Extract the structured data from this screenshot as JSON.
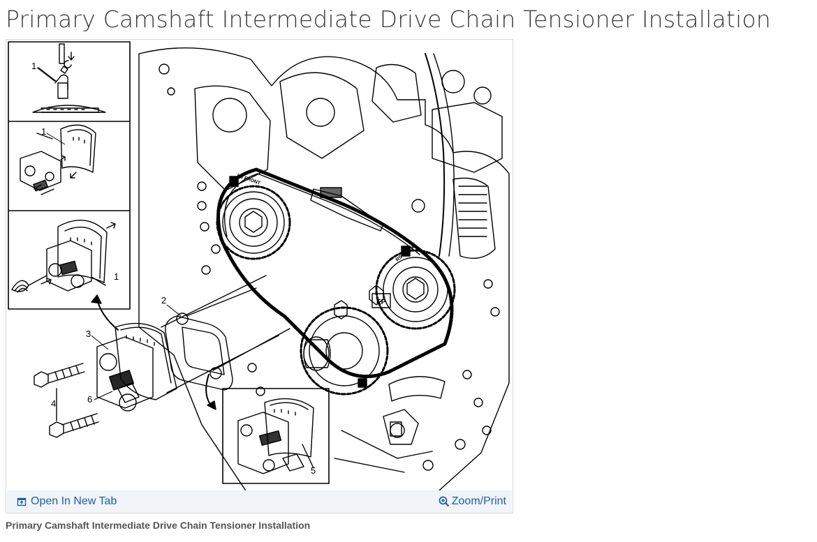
{
  "page": {
    "title": "Primary Camshaft Intermediate Drive Chain Tensioner Installation",
    "caption": "Primary Camshaft Intermediate Drive Chain Tensioner Installation"
  },
  "figure": {
    "callouts": [
      "1",
      "1",
      "1",
      "2",
      "3",
      "4",
      "5",
      "6"
    ],
    "stamps": [
      "LS FRONT",
      "RS FRONT",
      "EP"
    ]
  },
  "toolbar": {
    "open_new_tab_label": "Open In New Tab",
    "open_new_tab_icon": "open-in-new-tab-icon",
    "zoom_print_label": "Zoom/Print",
    "zoom_print_icon": "magnifier-plus-icon"
  },
  "colors": {
    "link": "#1d5fa8",
    "toolbar_bg": "#f1f4f8",
    "title": "#3a3a3a"
  }
}
